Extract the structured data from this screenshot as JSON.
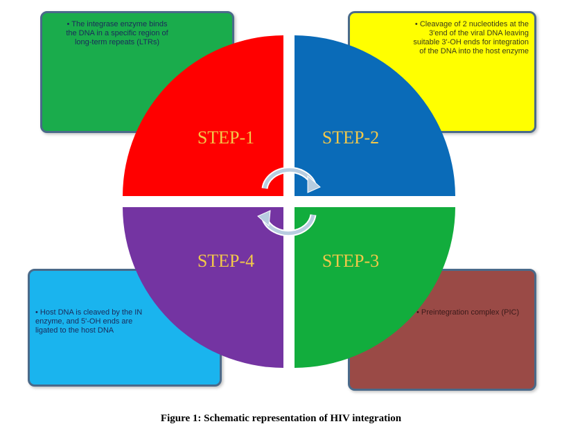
{
  "boxes": {
    "tl": {
      "text": "• The integrase enzyme binds the DNA in a specific region of long-term repeats (LTRs)",
      "color": "#1aac4c"
    },
    "tr": {
      "text": "• Cleavage of 2 nucleotides at the 3'end of the viral DNA leaving suitable 3'-OH ends for integration of the DNA into the host enzyme",
      "color": "#ffff00"
    },
    "bl": {
      "text": "• Host DNA is cleaved by the IN enzyme, and 5'-OH ends are ligated to the host DNA",
      "color": "#1ab4ee"
    },
    "br": {
      "text": "• Preintegration complex (PIC)",
      "color": "#9a4a46"
    }
  },
  "steps": {
    "s1": {
      "label": "STEP-1",
      "color": "#ff0000"
    },
    "s2": {
      "label": "STEP-2",
      "color": "#0a6bb8"
    },
    "s3": {
      "label": "STEP-3",
      "color": "#12ad3d"
    },
    "s4": {
      "label": "STEP-4",
      "color": "#7434a2"
    }
  },
  "caption": "Figure 1: Schematic representation of HIV integration",
  "icons": {
    "cycle": "cycle-arrows-icon"
  }
}
